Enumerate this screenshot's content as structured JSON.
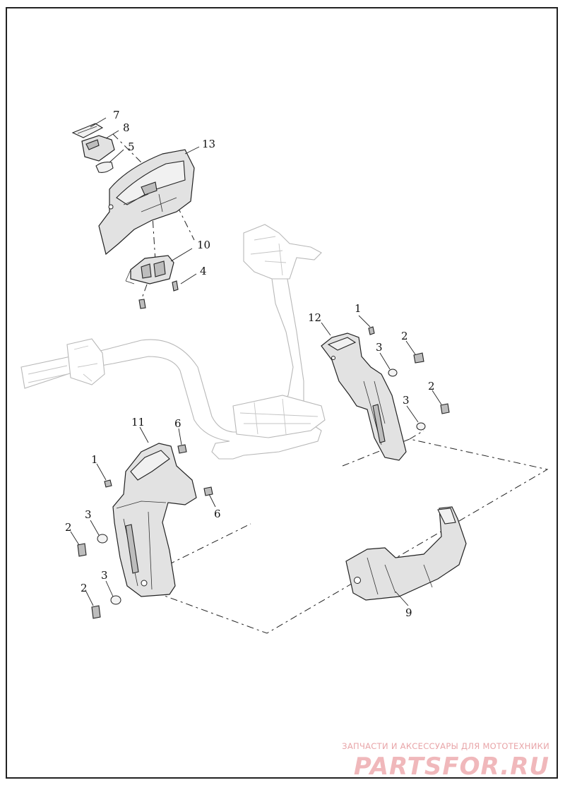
{
  "diagram": {
    "callouts": {
      "c1a": "1",
      "c1b": "1",
      "c2a": "2",
      "c2b": "2",
      "c2c": "2",
      "c2d": "2",
      "c3a": "3",
      "c3b": "3",
      "c3c": "3",
      "c3d": "3",
      "c4": "4",
      "c5": "5",
      "c6a": "6",
      "c6b": "6",
      "c7": "7",
      "c8": "8",
      "c9": "9",
      "c10": "10",
      "c11": "11",
      "c12": "12",
      "c13": "13"
    }
  },
  "watermark": {
    "subtitle": "ЗАПЧАСТИ И АКСЕССУАРЫ ДЛЯ МОТОТЕХНИКИ",
    "logo": "PARTSFOR.RU"
  },
  "colors": {
    "line": "#222222",
    "ghost": "#b8b8b8",
    "watermark": "#f0b8bb"
  }
}
